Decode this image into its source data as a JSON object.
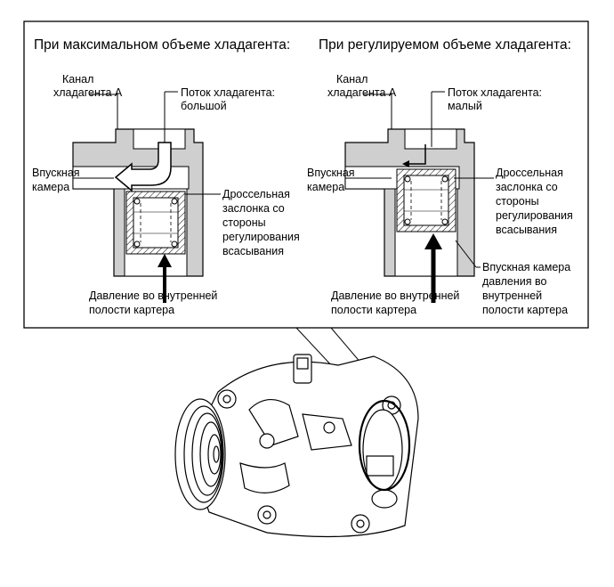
{
  "diagram": {
    "left": {
      "title": "При максимальном объеме хладагента:",
      "channel_label": [
        "Канал",
        "хладагента А"
      ],
      "flow_label": [
        "Поток хладагента:",
        "большой"
      ],
      "inlet_label": [
        "Впускная",
        "камера"
      ],
      "valve_label": [
        "Дроссельная",
        "заслонка со",
        "стороны",
        "регулирования",
        "всасывания"
      ],
      "pressure_label": [
        "Давление во внутренней",
        "полости картера"
      ]
    },
    "right": {
      "title": "При регулируемом объеме хладагента:",
      "channel_label": [
        "Канал",
        "хладагента А"
      ],
      "flow_label": [
        "Поток хладагента:",
        "малый"
      ],
      "inlet_label": [
        "Впускная",
        "камера"
      ],
      "valve_label": [
        "Дроссельная",
        "заслонка со",
        "стороны",
        "регулирования",
        "всасывания"
      ],
      "chamber_label": [
        "Впускная камера",
        "давления во",
        "внутренней",
        "полости картера"
      ],
      "pressure_label": [
        "Давление во внутренней",
        "полости картера"
      ]
    },
    "compressor_icon": "ac-compressor-illustration"
  }
}
